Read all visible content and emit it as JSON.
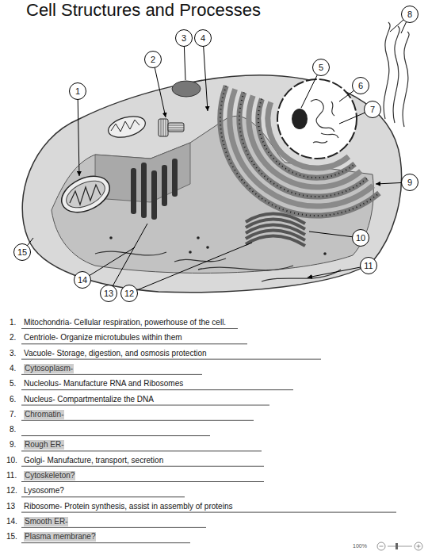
{
  "diagram": {
    "title": "Cell Structures and Processes",
    "nodes": [
      {
        "text": [
          "1"
        ]
      },
      {
        "text": [
          "2"
        ]
      },
      {
        "text": [
          "3"
        ]
      },
      {
        "text": [
          "4"
        ]
      },
      {
        "text": [
          "5"
        ]
      },
      {
        "text": [
          "6"
        ]
      },
      {
        "text": [
          "7"
        ]
      },
      {
        "text": [
          "8"
        ]
      },
      {
        "text": [
          "9"
        ]
      },
      {
        "text": [
          "10"
        ]
      },
      {
        "text": [
          "11"
        ]
      },
      {
        "text": [
          "12"
        ]
      },
      {
        "text": [
          "13"
        ]
      },
      {
        "text": [
          "14"
        ]
      },
      {
        "text": [
          "15"
        ]
      }
    ],
    "labels": [
      "1.",
      "Mitochondria- Cellular respiration, powerhouse of the cell.",
      "2.",
      "Centriole- Organize microtubules within them",
      "3.",
      "Vacuole- Storage, digestion, and osmosis protection",
      "4.",
      "Cytosoplasm-",
      "5.",
      "Nucleolus- Manufacture RNA and Ribosomes",
      "6.",
      "Nucleus- Compartmentalize the DNA",
      "7.",
      "Chromatin-",
      "8.",
      "9.",
      "Rough ER-",
      "10.",
      "Golgi- Manufacture, transport, secretion",
      "11.",
      "Cytoskeleton?",
      "12.",
      "Lysosome?",
      "13",
      "Ribosome- Protein synthesis, assist in assembly of proteins",
      "14.",
      "Smooth ER-",
      "15.",
      "Plasma membrane?",
      "100%"
    ]
  }
}
